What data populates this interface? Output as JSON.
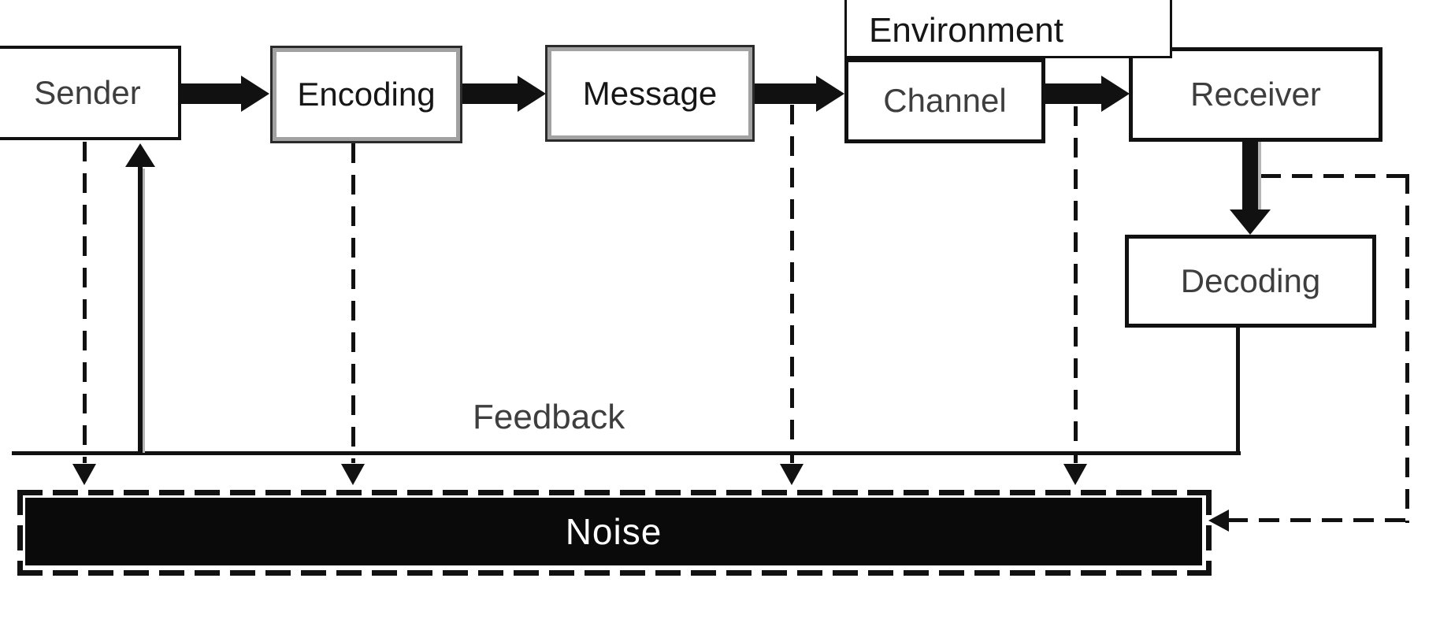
{
  "nodes": {
    "sender": "Sender",
    "encoding": "Encoding",
    "message": "Message",
    "channel": "Channel",
    "receiver": "Receiver",
    "environment": "Environment",
    "decoding": "Decoding",
    "noise": "Noise"
  },
  "labels": {
    "feedback": "Feedback"
  },
  "colors": {
    "ink": "#111111",
    "soft_text": "#3e3e3e",
    "inner_frame": "#a2a2a2",
    "noise_bg": "#0a0a0a",
    "noise_text": "#ffffff",
    "background": "#ffffff"
  }
}
